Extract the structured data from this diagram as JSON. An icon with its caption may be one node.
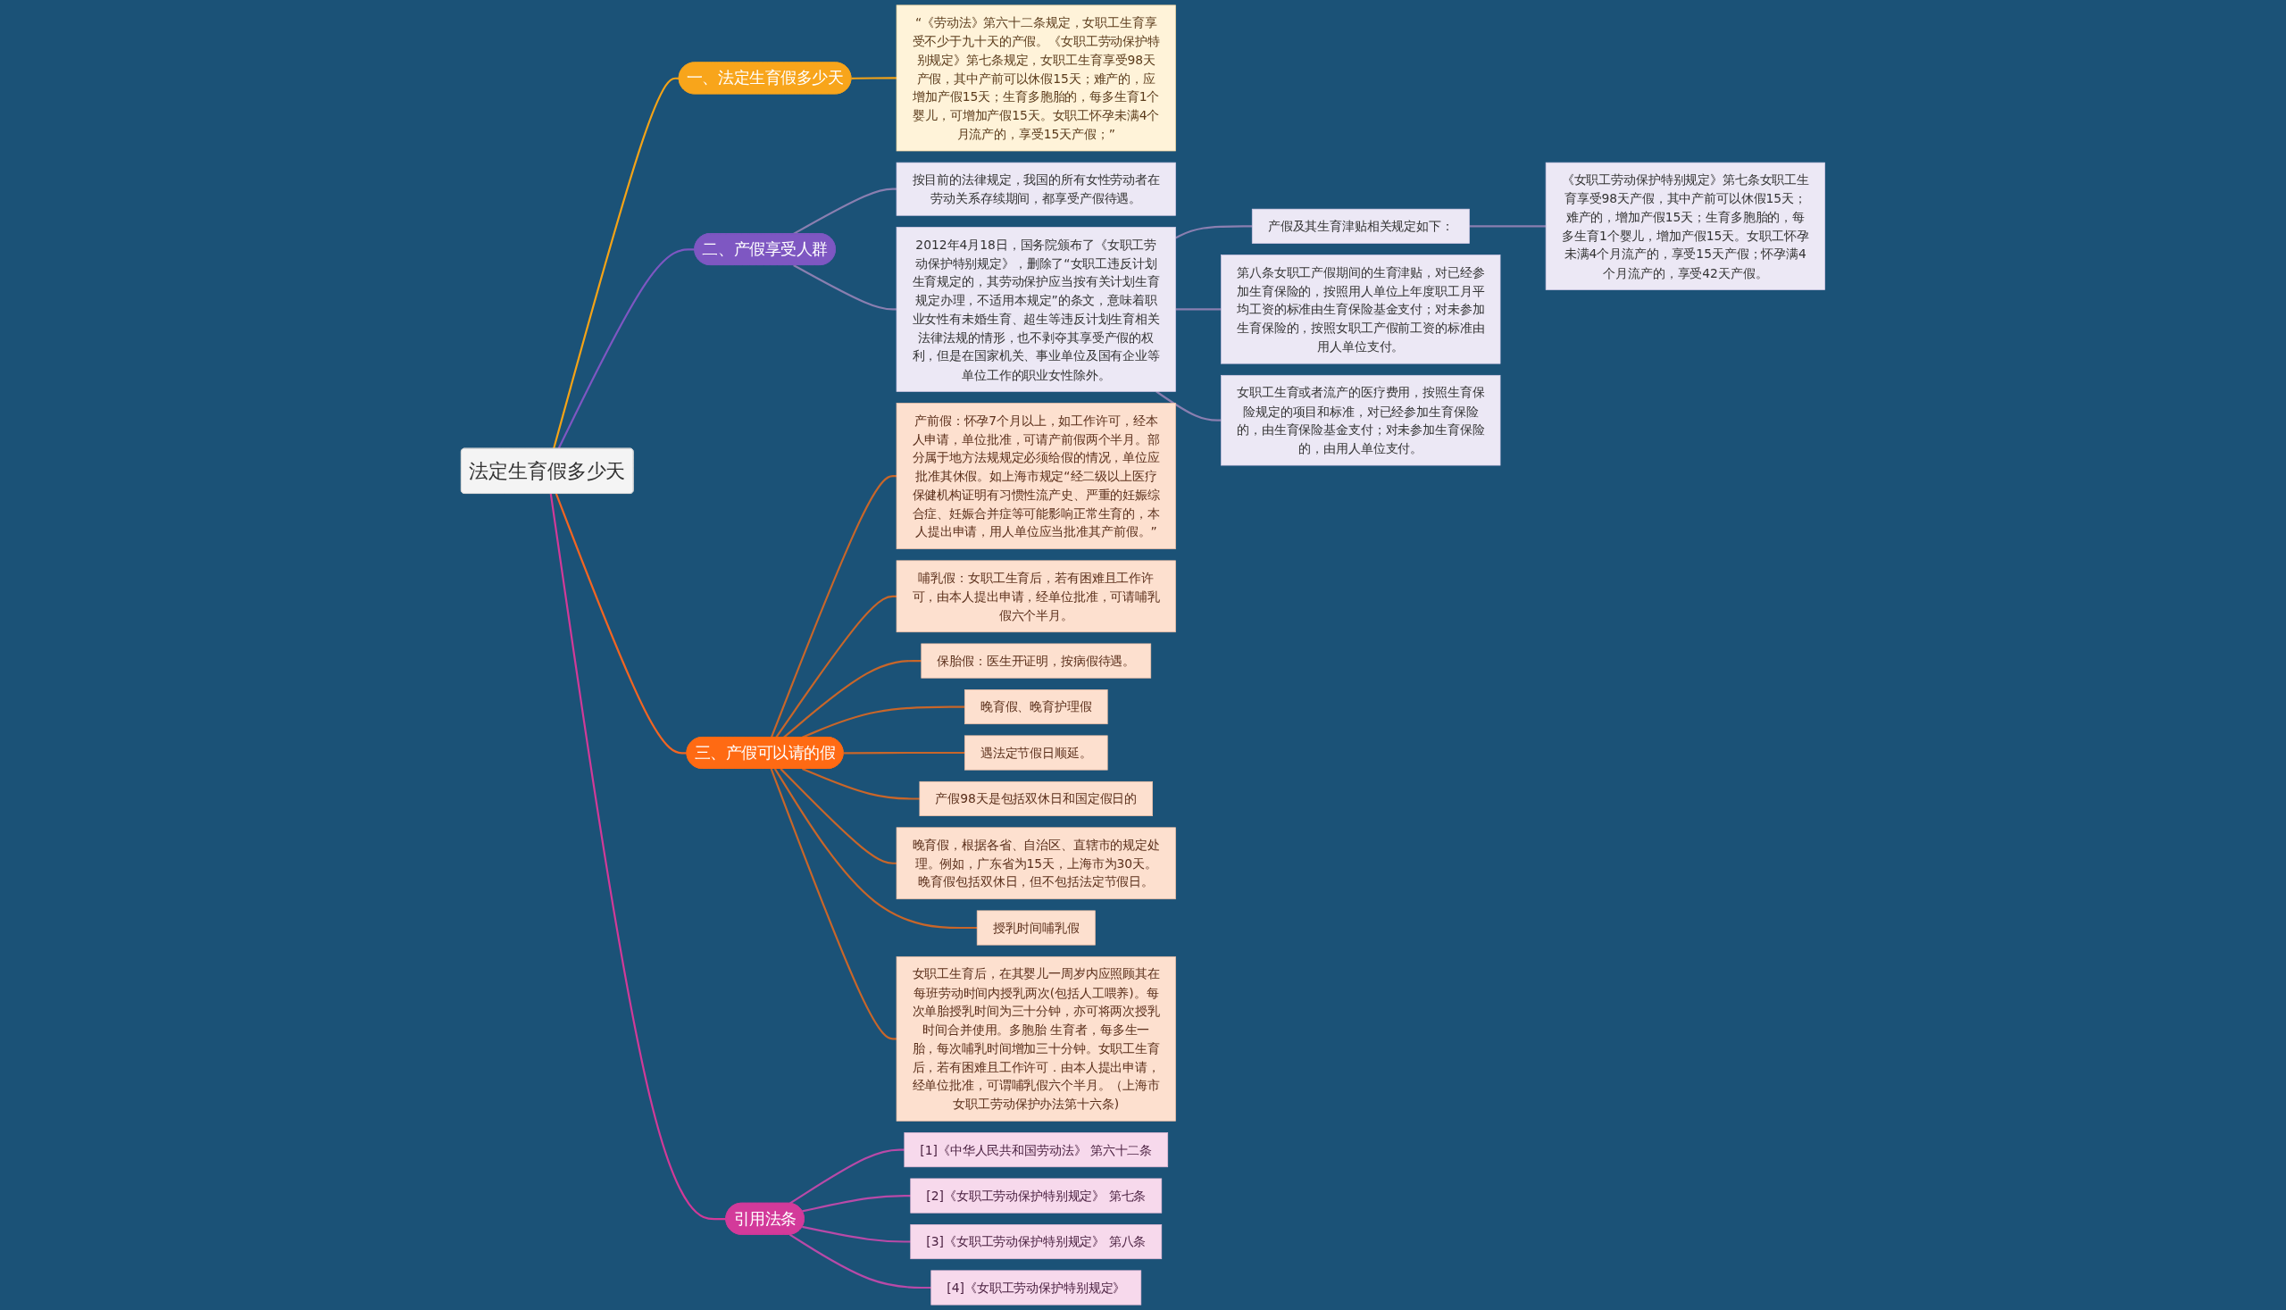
{
  "diagram": {
    "nodes": [
      {
        "text": [
          "法定生育假多少天"
        ]
      },
      {
        "text": [
          "一、法定生育假多少天"
        ]
      },
      {
        "text": [
          "“《劳动法》第六十二条规定，女职工生育享受不少于九十天的产假。《女职工劳动保护特别规定》第七条规定，女职工生育享受98天产假，其中产前可以休假15天；难产的，应增加产假15天；生育多胞胎的，每多生育1个婴儿，可增加产假15天。女职工怀孕未满4个月流产的，享受15天产假；”"
        ]
      },
      {
        "text": [
          "二、产假享受人群"
        ]
      },
      {
        "text": [
          "按目前的法律规定，我国的所有女性劳动者在劳动关系存续期间，都享受产假待遇。"
        ]
      },
      {
        "text": [
          "2012年4月18日，国务院颁布了《女职工劳动保护特别规定》，删除了“女职工违反计划生育规定的，其劳动保护应当按有关计划生育规定办理，不适用本规定”的条文，意味着职业女性有未婚生育、超生等违反计划生育相关法律法规的情形，也不剥夺其享受产假的权利，但是在国家机关、事业单位及国有企业等单位工作的职业女性除外。"
        ]
      },
      {
        "text": [
          "产假及其生育津贴相关规定如下："
        ]
      },
      {
        "text": [
          "《女职工劳动保护特别规定》第七条女职工生育享受98天产假，其中产前可以休假15天；难产的，增加产假15天；生育多胞胎的，每多生育1个婴儿，增加产假15天。女职工怀孕未满4个月流产的，享受15天产假；怀孕满4个月流产的，享受42天产假。"
        ]
      },
      {
        "text": [
          "第八条女职工产假期间的生育津贴，对已经参加生育保险的，按照用人单位上年度职工月平均工资的标准由生育保险基金支付；对未参加生育保险的，按照女职工产假前工资的标准由用人单位支付。"
        ]
      },
      {
        "text": [
          "女职工生育或者流产的医疗费用，按照生育保险规定的项目和标准，对已经参加生育保险的，由生育保险基金支付；对未参加生育保险的，由用人单位支付。"
        ]
      },
      {
        "text": [
          "三、产假可以请的假"
        ]
      },
      {
        "text": [
          "产前假：怀孕7个月以上，如工作许可，经本人申请，单位批准，可请产前假两个半月。部分属于地方法规规定必须给假的情况，单位应批准其休假。如上海市规定“经二级以上医疗保健机构证明有习惯性流产史、严重的妊娠综合症、妊娠合并症等可能影响正常生育的，本人提出申请，用人单位应当批准其产前假。”"
        ]
      },
      {
        "text": [
          "哺乳假：女职工生育后，若有困难且工作许可，由本人提出申请，经单位批准，可请哺乳假六个半月。"
        ]
      },
      {
        "text": [
          "保胎假：医生开证明，按病假待遇。"
        ]
      },
      {
        "text": [
          "晚育假、晚育护理假"
        ]
      },
      {
        "text": [
          "遇法定节假日顺延。"
        ]
      },
      {
        "text": [
          "产假98天是包括双休日和国定假日的"
        ]
      },
      {
        "text": [
          "晚育假，根据各省、自治区、直辖市的规定处理。例如，广东省为15天，上海市为30天。晚育假包括双休日，但不包括法定节假日。"
        ]
      },
      {
        "text": [
          "授乳时间哺乳假"
        ]
      },
      {
        "text": [
          "女职工生育后，在其婴儿一周岁内应照顾其在每班劳动时间内授乳两次(包括人工喂养)。每次单胎授乳时间为三十分钟，亦可将两次授乳时间合并使用。多胞胎 生育者，每多生一胎，每次哺乳时间增加三十分钟。女职工生育后，若有困难且工作许可．由本人提出申请，经单位批准，可谓哺乳假六个半月。（上海市女职工劳动保护办法第十六条)"
        ]
      },
      {
        "text": [
          "引用法条"
        ]
      },
      {
        "text": [
          "[1]《中华人民共和国劳动法》 第六十二条"
        ]
      },
      {
        "text": [
          "[2]《女职工劳动保护特别规定》 第七条"
        ]
      },
      {
        "text": [
          "[3]《女职工劳动保护特别规定》 第八条"
        ]
      },
      {
        "text": [
          "[4]《女职工劳动保护特别规定》"
        ]
      }
    ],
    "edges": [
      {
        "from": 0,
        "to": 1,
        "arrow": "none",
        "color": "#f5a316"
      },
      {
        "from": 1,
        "to": 2,
        "arrow": "none",
        "color": "#f5a316"
      },
      {
        "from": 0,
        "to": 3,
        "arrow": "none",
        "color": "#7e57c2"
      },
      {
        "from": 3,
        "to": 4,
        "arrow": "none",
        "color": "#8a7fb0"
      },
      {
        "from": 3,
        "to": 5,
        "arrow": "none",
        "color": "#8a7fb0"
      },
      {
        "from": 5,
        "to": 6,
        "arrow": "none",
        "color": "#8a7fb0"
      },
      {
        "from": 6,
        "to": 7,
        "arrow": "none",
        "color": "#8a7fb0"
      },
      {
        "from": 5,
        "to": 8,
        "arrow": "none",
        "color": "#8a7fb0"
      },
      {
        "from": 5,
        "to": 9,
        "arrow": "none",
        "color": "#8a7fb0"
      },
      {
        "from": 0,
        "to": 10,
        "arrow": "none",
        "color": "#f26522"
      },
      {
        "from": 10,
        "to": 11,
        "arrow": "none",
        "color": "#c8662a"
      },
      {
        "from": 10,
        "to": 12,
        "arrow": "none",
        "color": "#c8662a"
      },
      {
        "from": 10,
        "to": 13,
        "arrow": "none",
        "color": "#c8662a"
      },
      {
        "from": 10,
        "to": 14,
        "arrow": "none",
        "color": "#c8662a"
      },
      {
        "from": 10,
        "to": 15,
        "arrow": "none",
        "color": "#c8662a"
      },
      {
        "from": 10,
        "to": 16,
        "arrow": "none",
        "color": "#c8662a"
      },
      {
        "from": 10,
        "to": 17,
        "arrow": "none",
        "color": "#c8662a"
      },
      {
        "from": 10,
        "to": 18,
        "arrow": "none",
        "color": "#c8662a"
      },
      {
        "from": 10,
        "to": 19,
        "arrow": "none",
        "color": "#c8662a"
      },
      {
        "from": 0,
        "to": 20,
        "arrow": "none",
        "color": "#d13a98"
      },
      {
        "from": 20,
        "to": 21,
        "arrow": "none",
        "color": "#b84aa8"
      },
      {
        "from": 20,
        "to": 22,
        "arrow": "none",
        "color": "#b84aa8"
      },
      {
        "from": 20,
        "to": 23,
        "arrow": "none",
        "color": "#b84aa8"
      },
      {
        "from": 20,
        "to": 24,
        "arrow": "none",
        "color": "#b84aa8"
      }
    ]
  }
}
